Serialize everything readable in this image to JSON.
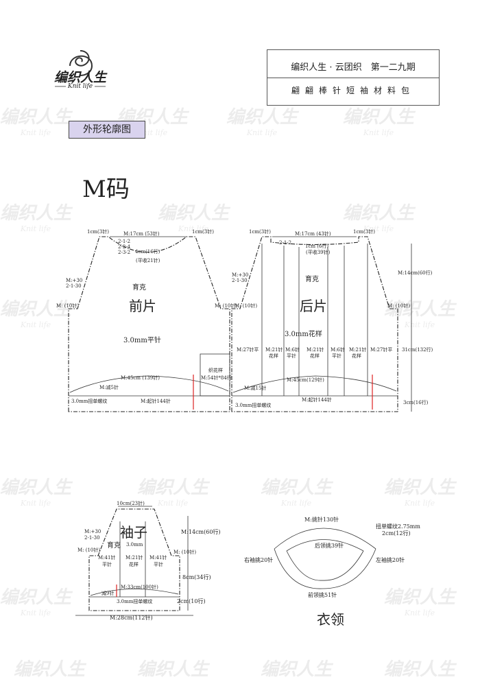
{
  "logo": {
    "name": "编织人生",
    "sub": "Knit life"
  },
  "watermark": {
    "text": "编织人生",
    "sub": "Knit life"
  },
  "header": {
    "line1": "编织人生 · 云团织　第一二九期",
    "line2": "翩翩棒针短袖材料包"
  },
  "section_tag": "外形轮廓图",
  "size_title": "M码",
  "front": {
    "title_small": "育克",
    "title": "前片",
    "needle": "3.0mm平针",
    "top_width": "M:17cm (53针)",
    "shoulder_left": "1cm(3针)",
    "shoulder_right": "1cm(3针)",
    "neck_dec1": "2-1-2",
    "neck_dec2": "2-2-4",
    "neck_dec3": "2-3-2",
    "neck_depth": "4cm(16行)",
    "neck_flat": "(平收21针)",
    "raglan_1": "M:+30",
    "raglan_2": "2-1-30",
    "underarm": "M: (10针)",
    "underarm_right": "M: (10针)",
    "pattern_panel1": "织花样",
    "pattern_panel2": "M:54针*84行",
    "body_width": "M:45cm (139针)",
    "dec": "M:减5针",
    "cast_on": "M:起针144针",
    "rib": "3.0mm扭单螺纹"
  },
  "back": {
    "title_small": "育克",
    "title": "后片",
    "needle": "3.0mm花样",
    "top_width": "M:17cm (43针)",
    "shoulder_left": "1cm(3针)",
    "shoulder_right": "1cm(3针)",
    "neck_dec": "2-1-2",
    "neck_depth": "1cm (6行)",
    "neck_flat": "(平收39针)",
    "raglan_1": "M:+30",
    "raglan_2": "2-1-30",
    "underarm_left": "M: (10针)",
    "underarm_right": "M: (10针)",
    "col1a": "M:27针平",
    "col2a": "M:21针",
    "col2b": "花样",
    "col3a": "M:6针",
    "col3b": "平针",
    "col4a": "M:21针",
    "col4b": "花样",
    "col5a": "M:6针",
    "col5b": "平针",
    "col6a": "M:21针",
    "col6b": "花样",
    "col7a": "M:27针平",
    "body_width": "M:45cm(129针)",
    "dec": "M:减15针",
    "cast_on": "M:起针144针",
    "rib": "3.0mm扭单螺纹",
    "right_yoke": "M:14cm(60行)",
    "right_total": "31cm(132行)",
    "right_rib": "3cm(16行)"
  },
  "sleeve": {
    "title": "袖子",
    "title_small": "育克",
    "needle": "3.0mm",
    "top": "10cm(23针)",
    "raglan_1": "M:+30",
    "raglan_2": "2-1-30",
    "underarm_left": "M: (10针)",
    "underarm_right": "M: (10针)",
    "col1a": "M:41针",
    "col1b": "平针",
    "col2a": "M:21针",
    "col2b": "花样",
    "col3a": "M:41针",
    "col3b": "平针",
    "width_inner": "M:33cm(100针)",
    "dec": "减9针",
    "rib": "3.0mm扭单螺纹",
    "bottom": "M:28cm(112针)",
    "right_yoke": "M:14cm(60行)",
    "right_body": "8cm(34行)",
    "right_rib": "2cm(10行)"
  },
  "collar": {
    "title": "衣领",
    "total": "M:挑针130针",
    "rib": "扭单螺纹2.75mm",
    "rib_height": "2cm(12行)",
    "back": "后领挑39针",
    "right_sleeve": "右袖挑20针",
    "left_sleeve": "左袖挑20针",
    "front": "前领挑51针"
  }
}
